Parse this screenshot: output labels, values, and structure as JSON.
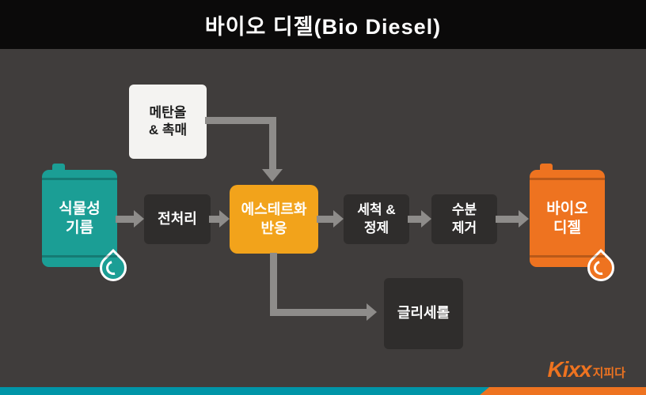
{
  "header": {
    "title": "바이오 디젤(Bio Diesel)"
  },
  "flow": {
    "input_barrel": {
      "line1": "식물성",
      "line2": "기름"
    },
    "catalyst_box": {
      "line1": "메탄올",
      "line2": "& 촉매"
    },
    "pretreatment": {
      "label": "전처리"
    },
    "esterification": {
      "line1": "에스테르화",
      "line2": "반응"
    },
    "washing": {
      "line1": "세척 &",
      "line2": "정제"
    },
    "moisture_removal": {
      "line1": "수분",
      "line2": "제거"
    },
    "glycerol": {
      "label": "글리세롤"
    },
    "output_barrel": {
      "line1": "바이오",
      "line2": "디젤"
    }
  },
  "branding": {
    "brand": "Kixx",
    "brand_kr": "지피다"
  },
  "colors": {
    "bg": "#403d3c",
    "header_bg": "#0b0a0a",
    "title_text": "#ffffff",
    "box_dark": "#2f2d2c",
    "amber": "#f2a31b",
    "teal": "#1b9e95",
    "orange": "#ee7320",
    "arrow": "#8e8c8a",
    "panel_light": "#f4f3f1",
    "panel_text": "#1f1f1f",
    "footer_teal": "#0095a8",
    "footer_orange": "#ee7320"
  }
}
